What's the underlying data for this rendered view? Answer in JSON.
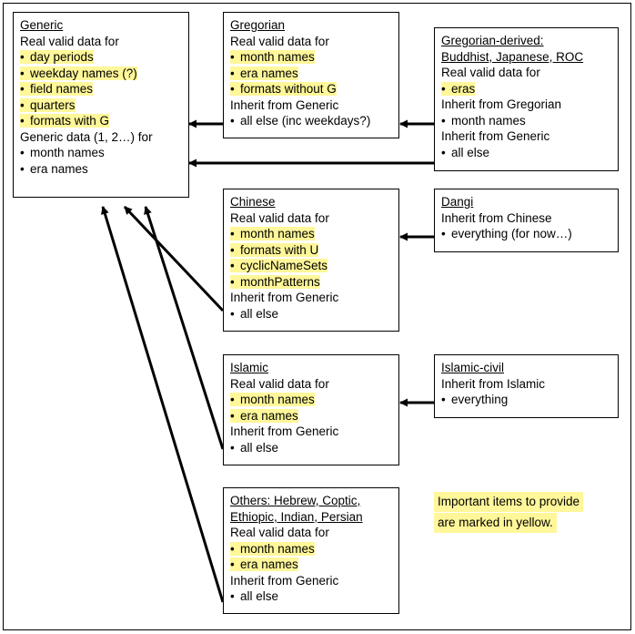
{
  "diagram": {
    "legend": {
      "line1": "Important items to provide",
      "line2": "are marked in yellow."
    },
    "boxes": {
      "generic": {
        "title": "Generic",
        "lines": [
          {
            "text": "Real valid data for",
            "type": "plain",
            "highlight": false
          },
          {
            "text": "day periods",
            "type": "bullet",
            "highlight": true
          },
          {
            "text": "weekday names (?)",
            "type": "bullet",
            "highlight": true
          },
          {
            "text": "field names",
            "type": "bullet",
            "highlight": true
          },
          {
            "text": "quarters",
            "type": "bullet",
            "highlight": true
          },
          {
            "text": "formats with G",
            "type": "bullet",
            "highlight": true
          },
          {
            "text": "Generic data (1, 2…) for",
            "type": "plain",
            "highlight": false
          },
          {
            "text": "month names",
            "type": "bullet",
            "highlight": false
          },
          {
            "text": "era names",
            "type": "bullet",
            "highlight": false
          }
        ]
      },
      "gregorian": {
        "title": "Gregorian",
        "lines": [
          {
            "text": "Real valid data for",
            "type": "plain",
            "highlight": false
          },
          {
            "text": "month names",
            "type": "bullet",
            "highlight": true
          },
          {
            "text": "era names",
            "type": "bullet",
            "highlight": true
          },
          {
            "text": "formats without G",
            "type": "bullet",
            "highlight": true
          },
          {
            "text": "Inherit from Generic",
            "type": "plain",
            "highlight": false
          },
          {
            "text": "all else (inc weekdays?)",
            "type": "bullet",
            "highlight": false
          }
        ]
      },
      "gregorian_derived": {
        "title": "Gregorian-derived:",
        "title2": "Buddhist, Japanese, ROC",
        "lines": [
          {
            "text": "Real valid data for",
            "type": "plain",
            "highlight": false
          },
          {
            "text": "eras",
            "type": "bullet",
            "highlight": true
          },
          {
            "text": "Inherit from Gregorian",
            "type": "plain",
            "highlight": false
          },
          {
            "text": "month names",
            "type": "bullet",
            "highlight": false
          },
          {
            "text": "Inherit from Generic",
            "type": "plain",
            "highlight": false
          },
          {
            "text": "all else",
            "type": "bullet",
            "highlight": false
          }
        ]
      },
      "chinese": {
        "title": "Chinese",
        "lines": [
          {
            "text": "Real valid data for",
            "type": "plain",
            "highlight": false
          },
          {
            "text": "month names",
            "type": "bullet",
            "highlight": true
          },
          {
            "text": "formats with U",
            "type": "bullet",
            "highlight": true
          },
          {
            "text": "cyclicNameSets",
            "type": "bullet",
            "highlight": true
          },
          {
            "text": "monthPatterns",
            "type": "bullet",
            "highlight": true
          },
          {
            "text": "Inherit from Generic",
            "type": "plain",
            "highlight": false
          },
          {
            "text": "all else",
            "type": "bullet",
            "highlight": false
          }
        ]
      },
      "dangi": {
        "title": "Dangi",
        "lines": [
          {
            "text": "Inherit from Chinese",
            "type": "plain",
            "highlight": false
          },
          {
            "text": "everything (for now…)",
            "type": "bullet",
            "highlight": false
          }
        ]
      },
      "islamic": {
        "title": "Islamic",
        "lines": [
          {
            "text": "Real valid data for",
            "type": "plain",
            "highlight": false
          },
          {
            "text": "month names",
            "type": "bullet",
            "highlight": true
          },
          {
            "text": "era names",
            "type": "bullet",
            "highlight": true
          },
          {
            "text": "Inherit from Generic",
            "type": "plain",
            "highlight": false
          },
          {
            "text": "all else",
            "type": "bullet",
            "highlight": false
          }
        ]
      },
      "islamic_civil": {
        "title": "Islamic-civil",
        "lines": [
          {
            "text": "Inherit from Islamic",
            "type": "plain",
            "highlight": false
          },
          {
            "text": "everything",
            "type": "bullet",
            "highlight": false
          }
        ]
      },
      "others": {
        "title": "Others: Hebrew, Coptic,",
        "title2": "Ethiopic, Indian, Persian",
        "lines": [
          {
            "text": "Real valid data for",
            "type": "plain",
            "highlight": false
          },
          {
            "text": "month names",
            "type": "bullet",
            "highlight": true
          },
          {
            "text": "era names",
            "type": "bullet",
            "highlight": true
          },
          {
            "text": "Inherit from Generic",
            "type": "plain",
            "highlight": false
          },
          {
            "text": "all else",
            "type": "bullet",
            "highlight": false
          }
        ]
      }
    },
    "colors": {
      "highlight": "#fff799",
      "stroke": "#000000",
      "background": "#ffffff"
    }
  }
}
